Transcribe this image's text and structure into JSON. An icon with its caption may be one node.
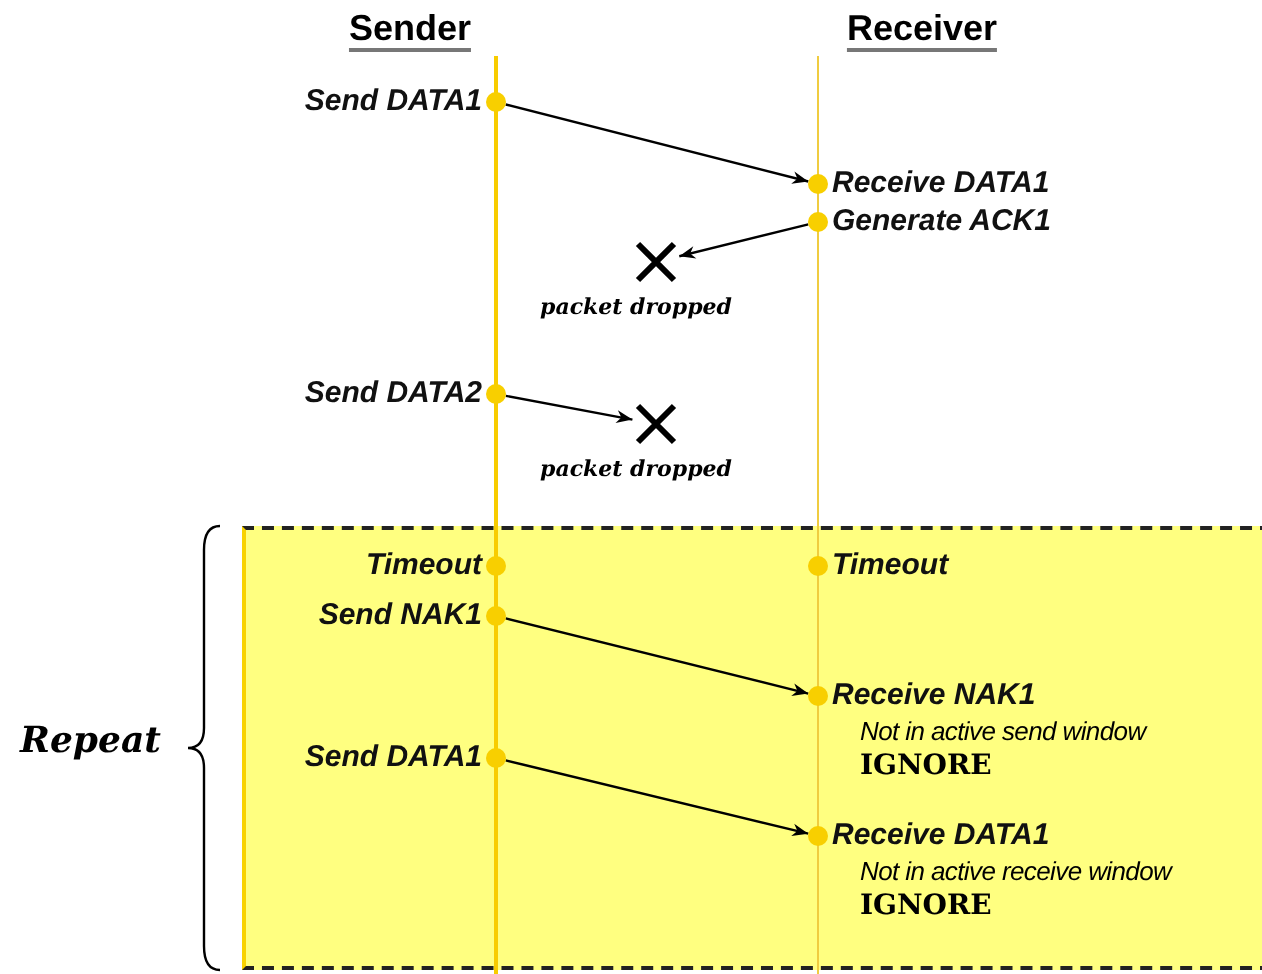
{
  "diagram": {
    "nodes": [
      {
        "text": [
          "Send DATA1"
        ]
      },
      {
        "text": [
          "Receive DATA1"
        ]
      },
      {
        "text": [
          "Generate ACK1"
        ]
      },
      {
        "text": [],
        "shape": "cross",
        "beside": [
          "packet dropped"
        ]
      },
      {
        "text": [
          "Send DATA2"
        ]
      },
      {
        "text": [],
        "shape": "cross",
        "beside": [
          "packet dropped"
        ]
      },
      {
        "text": [],
        "shape": "box",
        "beside": [
          "Repeat"
        ]
      },
      {
        "text": [
          "Timeout"
        ],
        "in": 6
      },
      {
        "text": [
          "Timeout"
        ],
        "in": 6
      },
      {
        "text": [
          "Send NAK1"
        ],
        "in": 6
      },
      {
        "text": [
          "Receive NAK1",
          "Not in active send window",
          "IGNORE"
        ],
        "in": 6
      },
      {
        "text": [
          "Send DATA1"
        ],
        "in": 6
      },
      {
        "text": [
          "Receive DATA1",
          "Not in active receive window",
          "IGNORE"
        ],
        "in": 6
      }
    ],
    "edges": [
      {
        "from": 0,
        "to": 1,
        "arrow": "to"
      },
      {
        "from": 2,
        "to": 3,
        "arrow": "to"
      },
      {
        "from": 4,
        "to": 5,
        "arrow": "to"
      },
      {
        "from": 9,
        "to": 10,
        "arrow": "to"
      },
      {
        "from": 11,
        "to": 12,
        "arrow": "to"
      }
    ],
    "labels": [
      "Sender",
      "Receiver"
    ]
  }
}
